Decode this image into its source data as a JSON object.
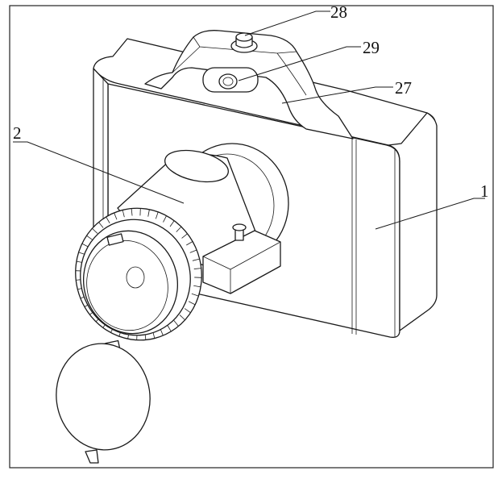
{
  "figure": {
    "labels": [
      {
        "id": "label-28",
        "text": "28"
      },
      {
        "id": "label-29",
        "text": "29"
      },
      {
        "id": "label-27",
        "text": "27"
      },
      {
        "id": "label-2",
        "text": "2"
      },
      {
        "id": "label-1",
        "text": "1"
      }
    ]
  }
}
